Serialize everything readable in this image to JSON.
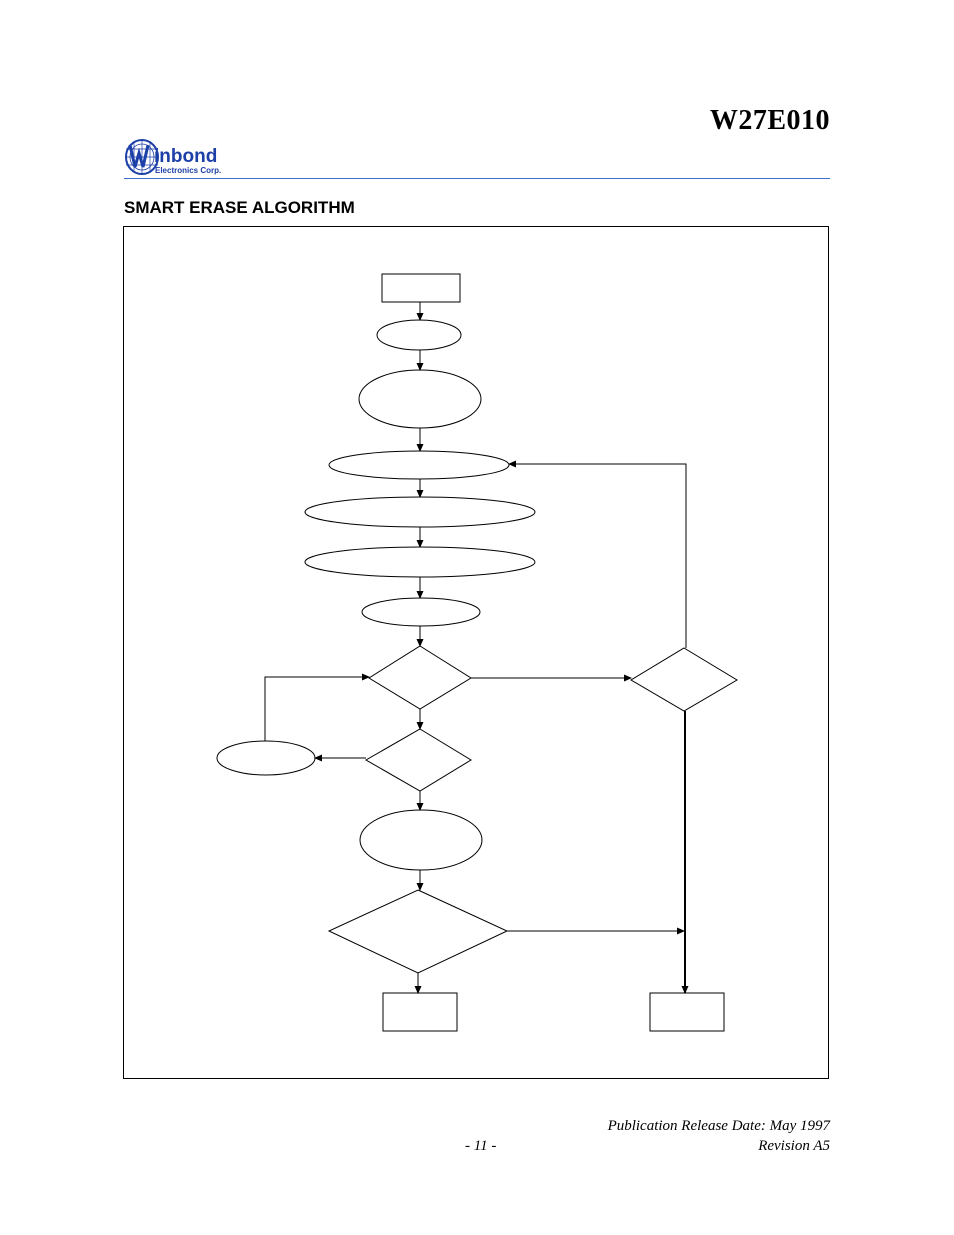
{
  "header": {
    "part_number": "W27E010",
    "logo": {
      "brand": "inbond",
      "tagline": "Electronics Corp.",
      "color": "#1d3fa8"
    }
  },
  "section_title": "SMART ERASE ALGORITHM",
  "footer": {
    "release_date": "Publication Release Date: May 1997",
    "page_number": "- 11 -",
    "revision": "Revision A5"
  }
}
